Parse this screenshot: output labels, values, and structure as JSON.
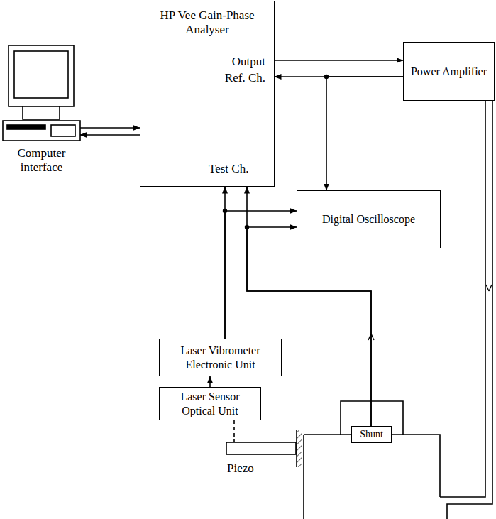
{
  "diagram": {
    "nodes": [
      {
        "text": [
          "HP Vee Gain-Phase Analyser",
          "Output",
          "Ref. Ch.",
          "Test Ch."
        ]
      },
      {
        "text": [
          "Power Amplifier"
        ]
      },
      {
        "text": [
          "Computer interface"
        ]
      },
      {
        "text": [
          "Digital Oscilloscope"
        ]
      },
      {
        "text": [
          "Laser Vibrometer Electronic Unit"
        ]
      },
      {
        "text": [
          "Laser Sensor Optical Unit"
        ]
      },
      {
        "text": [
          "Shunt"
        ]
      },
      {
        "text": [
          "Piezo"
        ]
      }
    ],
    "edges": [
      {
        "from": 2,
        "to": 0,
        "arrow": "to"
      },
      {
        "from": 0,
        "to": 2,
        "arrow": "to"
      },
      {
        "from": 0,
        "to": 1,
        "arrow": "to"
      },
      {
        "from": 1,
        "to": 0,
        "arrow": "to"
      },
      {
        "from": 1,
        "to": 3,
        "arrow": "to"
      },
      {
        "from": 4,
        "to": 0,
        "arrow": "to"
      },
      {
        "from": 4,
        "to": 3,
        "arrow": "to"
      },
      {
        "from": 6,
        "to": 0,
        "arrow": "to"
      },
      {
        "from": 6,
        "to": 3,
        "arrow": "to"
      },
      {
        "from": 5,
        "to": 4,
        "arrow": "to"
      },
      {
        "from": 5,
        "to": 7,
        "arrow": "none"
      }
    ]
  }
}
